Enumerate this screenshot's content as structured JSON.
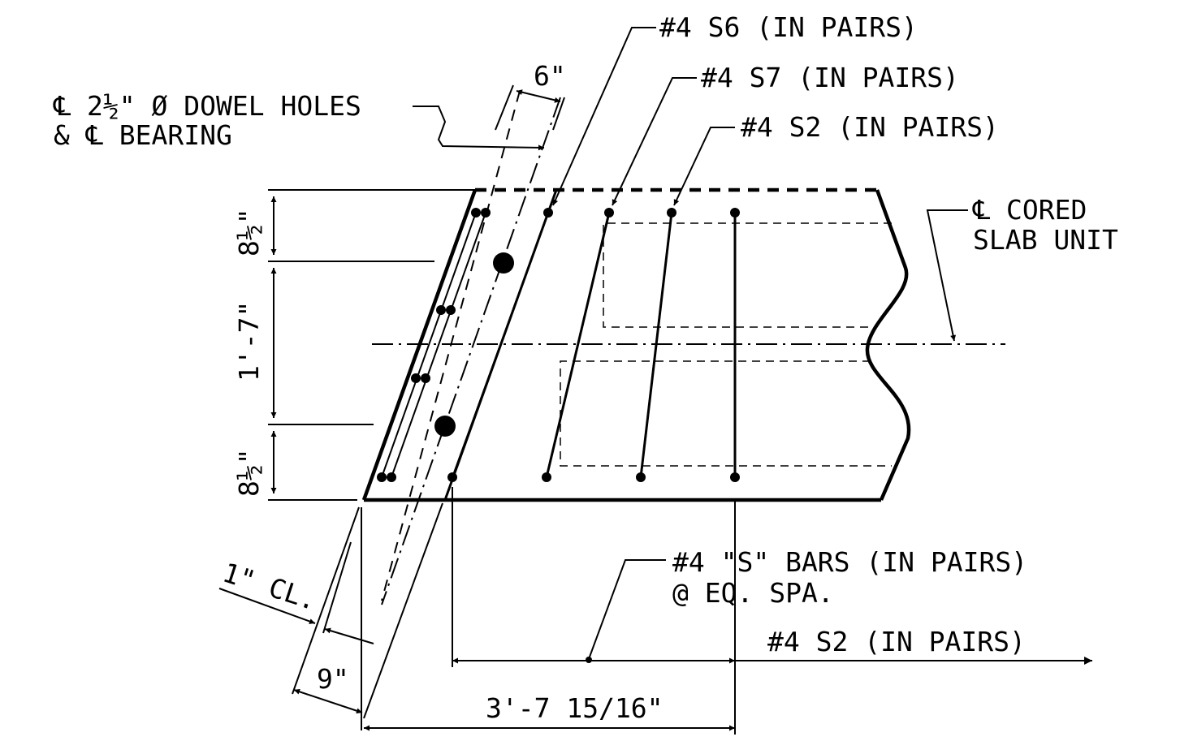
{
  "labels": {
    "s6": "#4 S6 (IN PAIRS)",
    "s7": "#4 S7 (IN PAIRS)",
    "s2_top": "#4 S2 (IN PAIRS)",
    "dowel_line1": "℄ 2½\" Ø DOWEL HOLES",
    "dowel_line2": "& ℄ BEARING",
    "cored_line1": "℄ CORED",
    "cored_line2": "SLAB UNIT",
    "s_bars_line1": "#4 \"S\" BARS (IN PAIRS)",
    "s_bars_line2": "@ EQ. SPA.",
    "s2_bottom": "#4 S2 (IN PAIRS)"
  },
  "dimensions": {
    "six_inch": "6\"",
    "top_8_5": "8½\"",
    "middle_1_7": "1'-7\"",
    "bottom_8_5": "8½\"",
    "one_inch_cl": "1\" CL.",
    "nine_inch": "9\"",
    "overall": "3'-7 15/16\""
  }
}
